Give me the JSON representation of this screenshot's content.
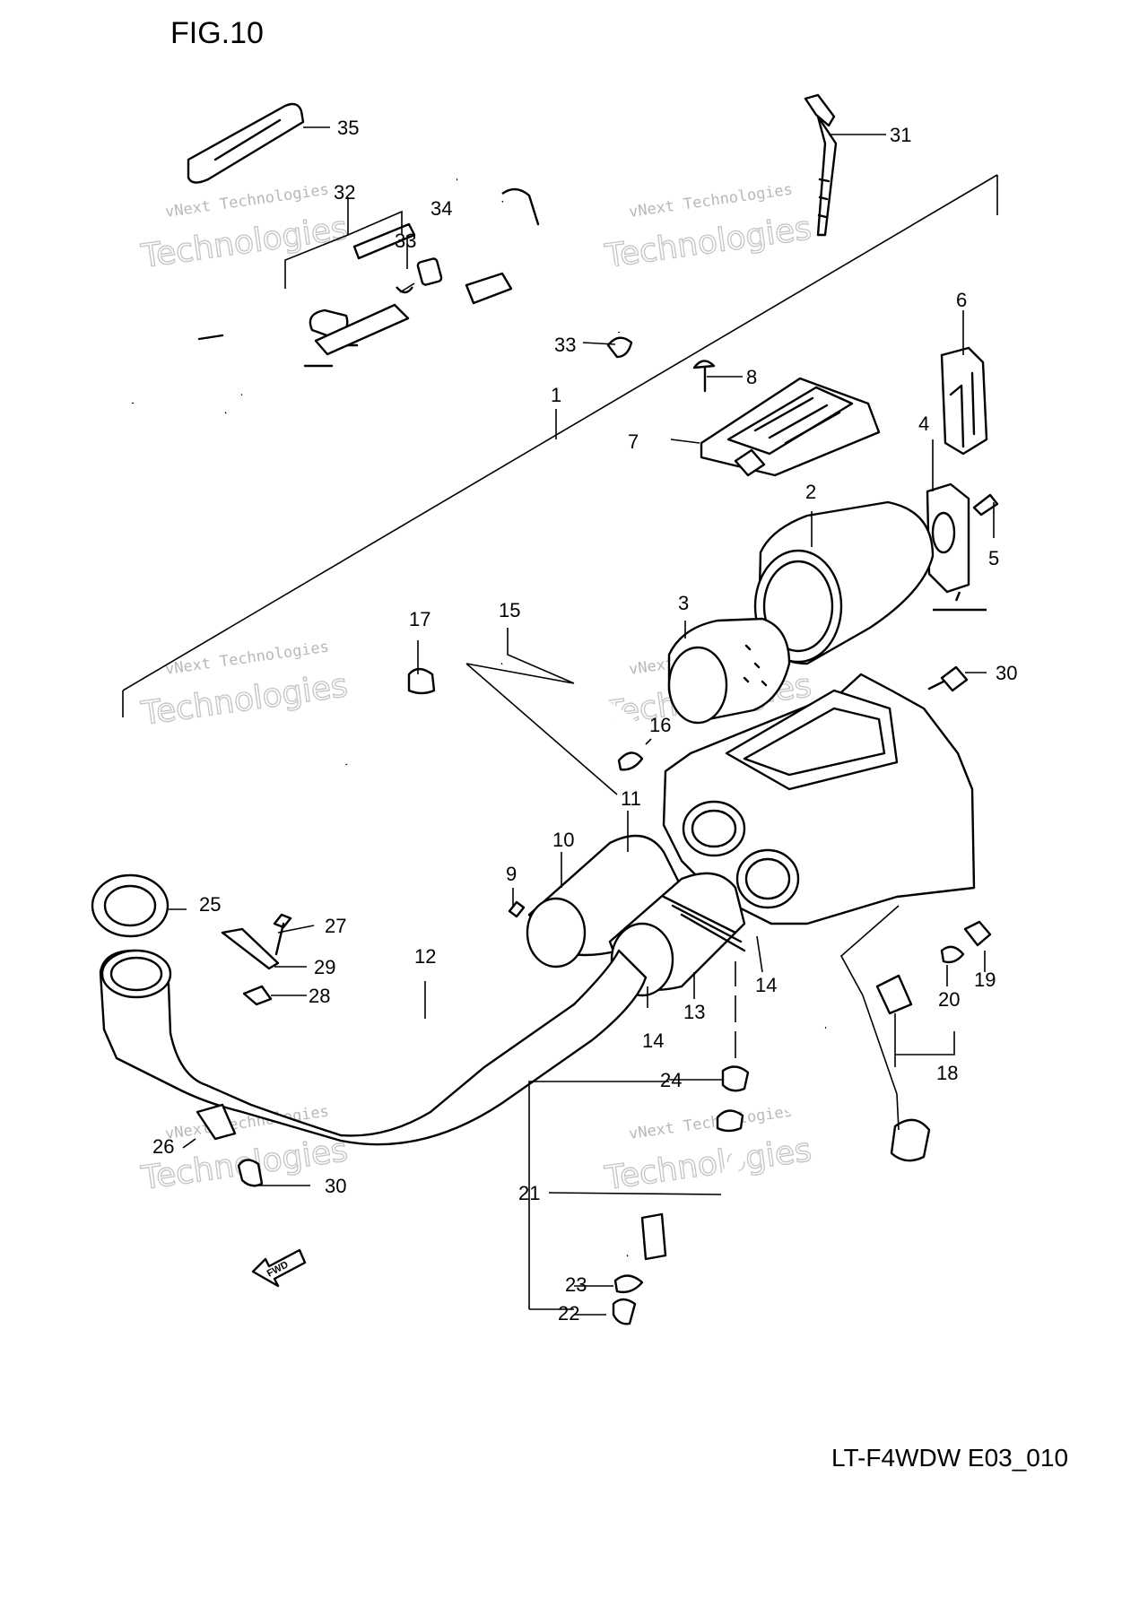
{
  "figure_title": "FIG.10",
  "diagram_code": "LT-F4WDW E03_010",
  "watermark": {
    "line1": "vNext Technologies",
    "line2": "Technologies"
  },
  "fwd_label": "FWD",
  "callouts": [
    "1",
    "2",
    "3",
    "4",
    "5",
    "6",
    "7",
    "8",
    "9",
    "10",
    "11",
    "12",
    "13",
    "14",
    "14",
    "15",
    "16",
    "17",
    "18",
    "19",
    "20",
    "21",
    "22",
    "23",
    "24",
    "25",
    "26",
    "27",
    "28",
    "29",
    "30",
    "30",
    "31",
    "32",
    "33",
    "33",
    "34",
    "35"
  ]
}
